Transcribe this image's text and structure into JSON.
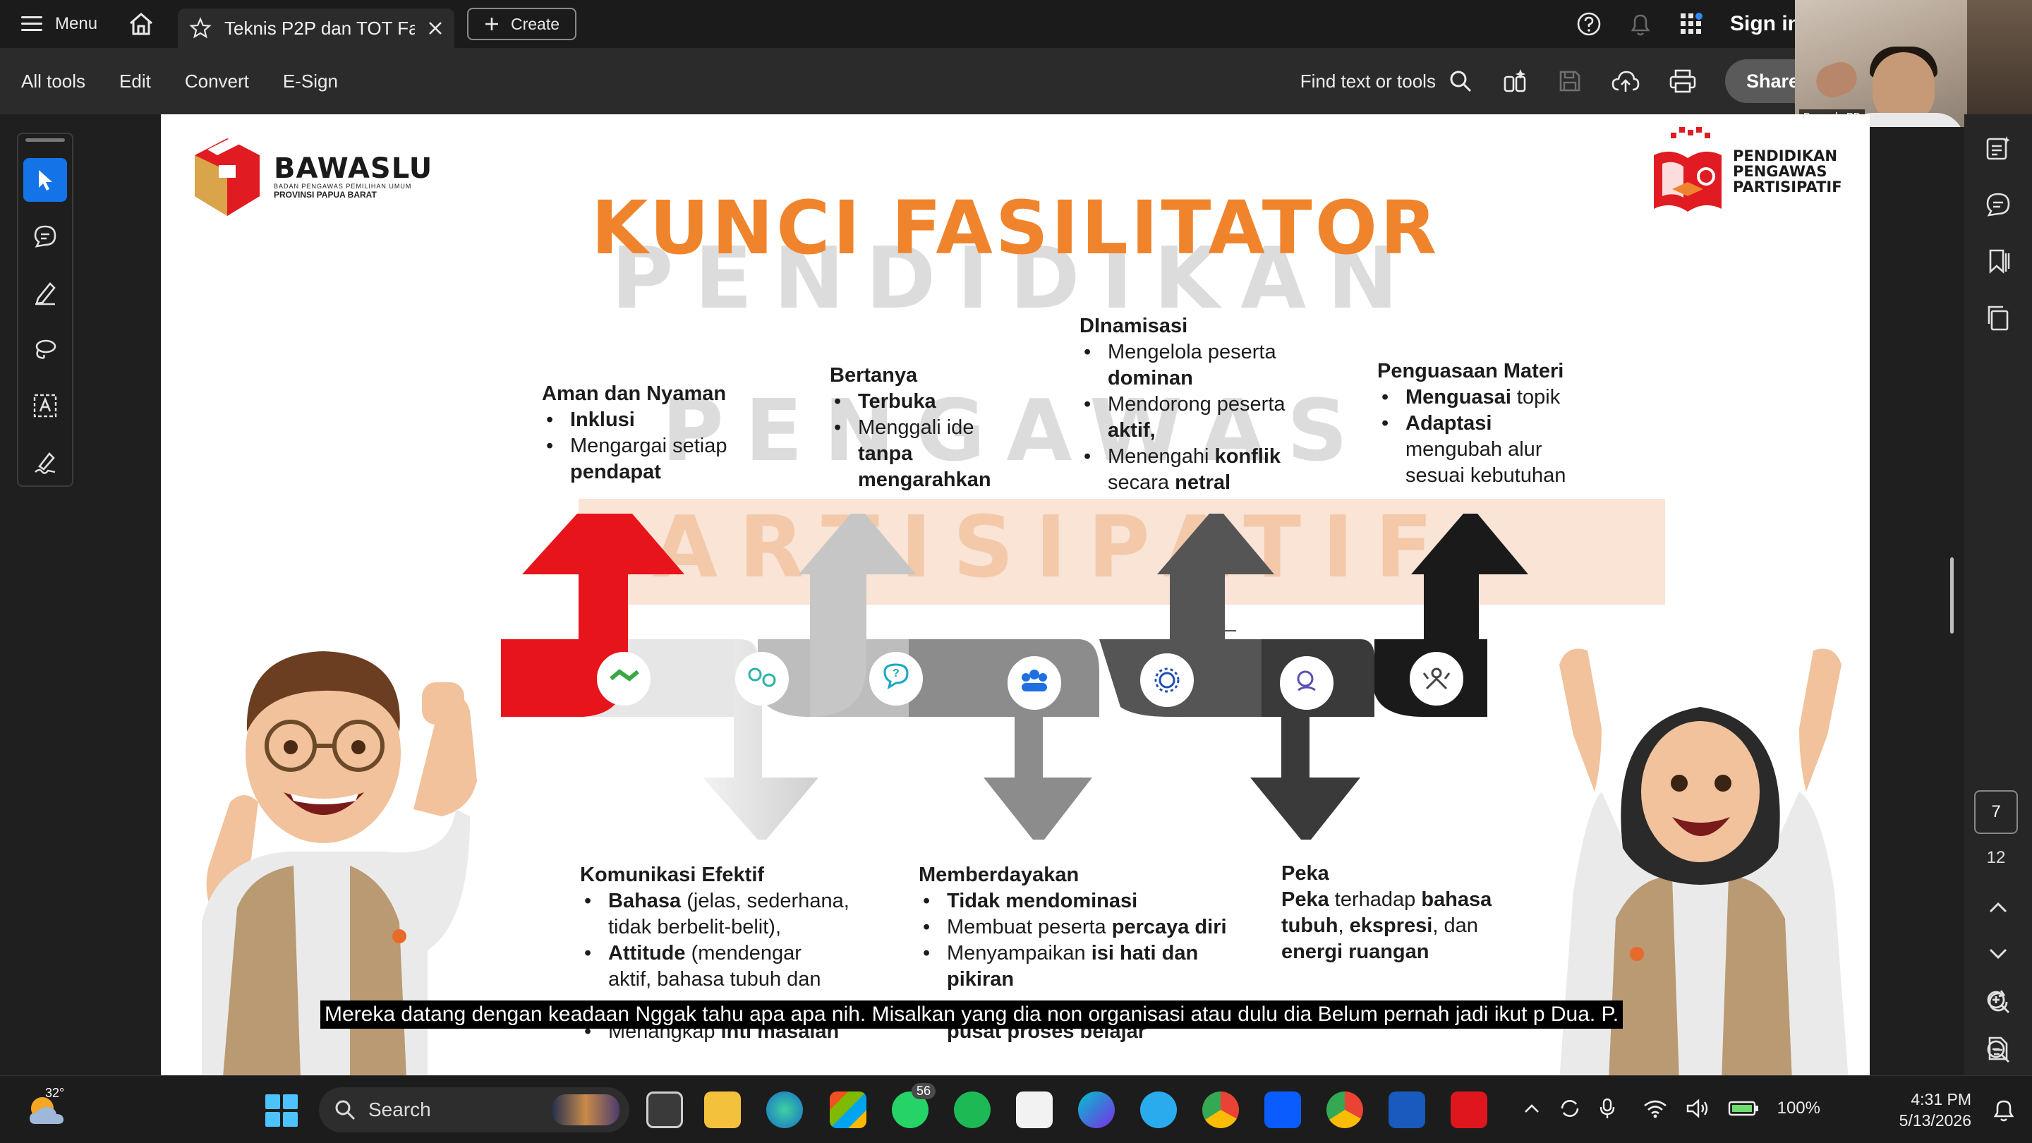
{
  "titlebar": {
    "menu_label": "Menu",
    "tab_title": "Teknis P2P dan TOT Fas...",
    "create_label": "Create",
    "signin_label": "Sign in"
  },
  "toolbar": {
    "items": [
      "All tools",
      "Edit",
      "Convert",
      "E-Sign"
    ],
    "find_label": "Find text or tools",
    "share_label": "Share"
  },
  "webcam": {
    "label": "Bawaslu PB"
  },
  "pager": {
    "current": "7",
    "total": "12"
  },
  "slide": {
    "watermark": [
      "PENDIDIKAN",
      "PENGAWAS",
      "PARTISIPATIF"
    ],
    "title": "KUNCI FASILITATOR",
    "logo_left": {
      "name": "BAWASLU",
      "sub1": "BADAN PENGAWAS PEMILIHAN UMUM",
      "sub2": "PROVINSI PAPUA BARAT"
    },
    "logo_right": [
      "PENDIDIKAN",
      "PENGAWAS",
      "PARTISIPATIF"
    ],
    "aman": {
      "head": "Aman dan Nyaman",
      "b1": "Inklusi",
      "b2a": "Mengargai setiap",
      "b2b": "pendapat"
    },
    "bertanya": {
      "head": "Bertanya",
      "b1": "Terbuka",
      "b2a": "Menggali ide",
      "b2b": "tanpa",
      "b2c": "mengarahkan"
    },
    "dinamisasi": {
      "head": "DInamisasi",
      "b1a": "Mengelola peserta",
      "b1b": "dominan",
      "b2a": "Mendorong peserta",
      "b2b": "aktif,",
      "b3a": "Menengahi ",
      "b3b": "konflik",
      "b3c": "secara ",
      "b3d": "netral"
    },
    "penguasaan": {
      "head": "Penguasaan Materi",
      "b1a": "Menguasai",
      "b1b": " topik",
      "b2": "Adaptasi",
      "b2c": "mengubah alur",
      "b2d": "sesuai kebutuhan"
    },
    "komunikasi": {
      "head": "Komunikasi Efektif",
      "b1a": "Bahasa",
      "b1b": " (jelas, sederhana,",
      "b1c": "tidak berbelit-belit),",
      "b2a": "Attitude",
      "b2b": " (mendengar",
      "b2c": "aktif, bahasa tubuh dan",
      "b3a": "Menangkap ",
      "b3b": "inti masalah"
    },
    "memberdayakan": {
      "head": "Memberdayakan",
      "b1": "Tidak mendominasi",
      "b2a": "Membuat peserta ",
      "b2b": "percaya diri",
      "b3a": "Menyampaikan ",
      "b3b": "isi hati dan",
      "b3c": "pikiran",
      "b4": "pusat proses belajar"
    },
    "peka": {
      "head": "Peka",
      "l1a": "Peka",
      "l1b": " terhadap ",
      "l1c": "bahasa",
      "l2a": "tubuh",
      "l2b": ", ",
      "l2c": "ekspresi",
      "l2d": ", dan",
      "l3": "energi ruangan"
    }
  },
  "subtitle": "Mereka datang dengan keadaan Nggak tahu apa apa nih. Misalkan yang dia non organisasi atau dulu dia Belum pernah jadi ikut p Dua. P.",
  "taskbar": {
    "weather_temp": "32°",
    "search_label": "Search",
    "whatsapp_badge": "56",
    "battery": "100%",
    "time": "4:31 PM",
    "date": "5/13/2026"
  },
  "colors": {
    "accent_orange": "#f0842c",
    "flow_red": "#e8141b",
    "adobe_blue": "#1473e6"
  }
}
